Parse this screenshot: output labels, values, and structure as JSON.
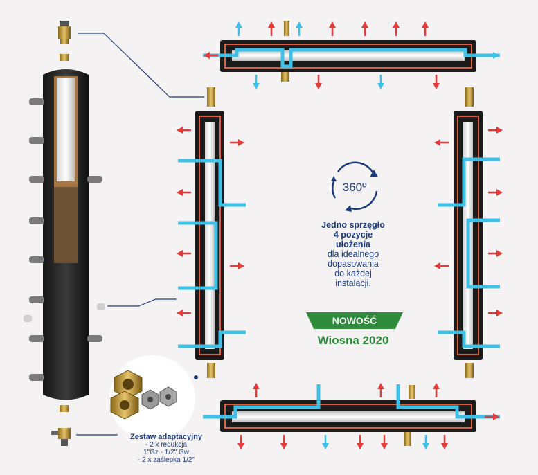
{
  "center": {
    "degree": "360º",
    "line1": "Jedno sprzęgło",
    "line2": "4 pozycje",
    "line3": "ułożenia",
    "line4": "dla idealnego",
    "line5": "dopasowania",
    "line6": "do każdej",
    "line7": "instalacji."
  },
  "badge": {
    "label": "NOWOŚĆ"
  },
  "season": {
    "label": "Wiosna 2020"
  },
  "kit": {
    "title": "Zestaw adaptacyjny",
    "item1": "- 2 x redukcja",
    "item2": "1\"Gz - 1/2\" Gw",
    "item3": "- 2 x zaślepka 1/2\""
  },
  "colors": {
    "hot": "#e53a3a",
    "cold": "#3fc0e6",
    "accent": "#1c3a7a",
    "green": "#2e8b3c"
  }
}
